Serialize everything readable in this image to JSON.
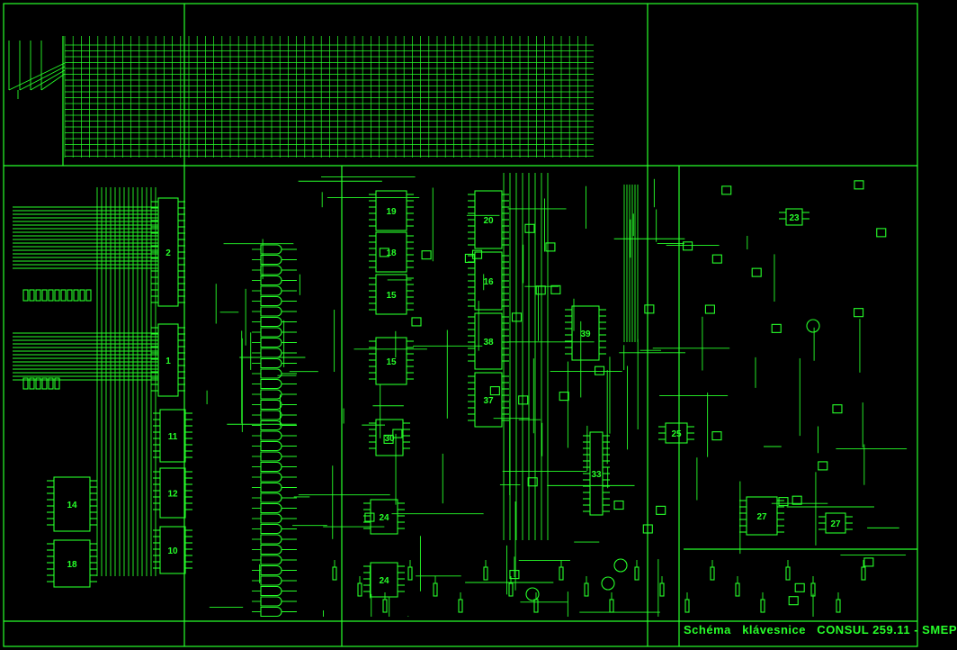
{
  "title": {
    "caption": "Schéma   klávesnice   CONSUL 259.11 - SMEP"
  },
  "colors": {
    "background": "#000000",
    "trace": "#27ff2a"
  },
  "ic_labels": [
    "2",
    "1",
    "11",
    "12",
    "10",
    "19",
    "18",
    "15",
    "15",
    "20",
    "16",
    "38",
    "37",
    "39",
    "30",
    "24",
    "24",
    "33",
    "25",
    "27",
    "27",
    "23",
    "14",
    "18"
  ]
}
